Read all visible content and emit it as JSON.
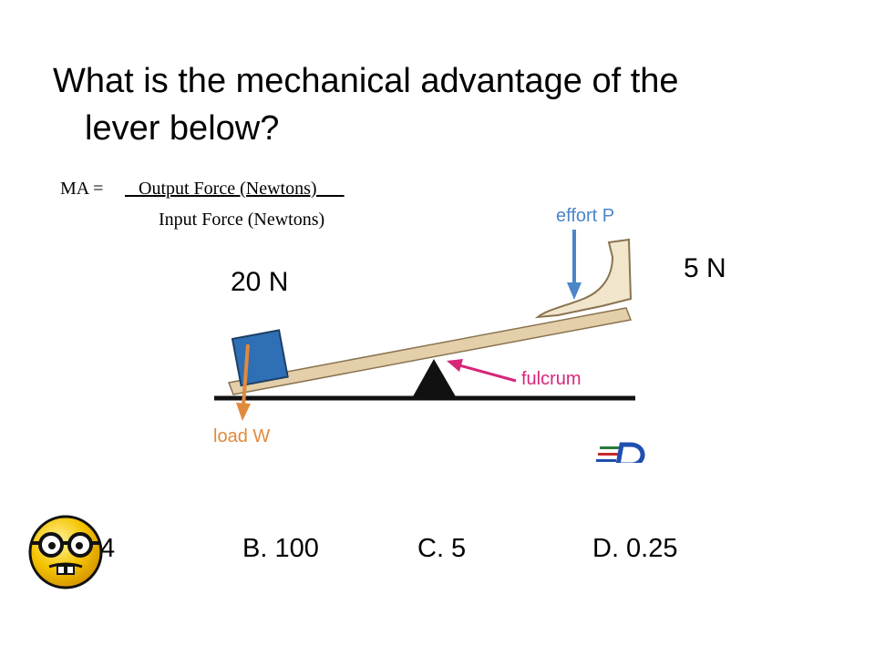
{
  "question": {
    "line1": "What is the mechanical advantage of the",
    "line2": "lever below?"
  },
  "formula": {
    "prefix": "MA = ",
    "numerator": "   Output Force (Newtons)___",
    "denominator": "Input Force (Newtons)"
  },
  "forces": {
    "load": "20 N",
    "effort": "5 N"
  },
  "diagram": {
    "effort_label": "effort P",
    "load_label": "load W",
    "fulcrum_label": "fulcrum",
    "logo_icon": "ed-logo-icon",
    "colors": {
      "board": "#e3cfa9",
      "board_edge": "#8a7350",
      "box": "#2f6fb5",
      "effort_arrow": "#4a86c8",
      "load_arrow": "#e08a3c",
      "fulcrum_arrow": "#d6267a",
      "ground": "#111111"
    }
  },
  "answers": {
    "a": "4",
    "b": "B. 100",
    "c": "C. 5",
    "d": "D. 0.25"
  },
  "icons": {
    "nerd": "nerd-smiley-icon"
  }
}
